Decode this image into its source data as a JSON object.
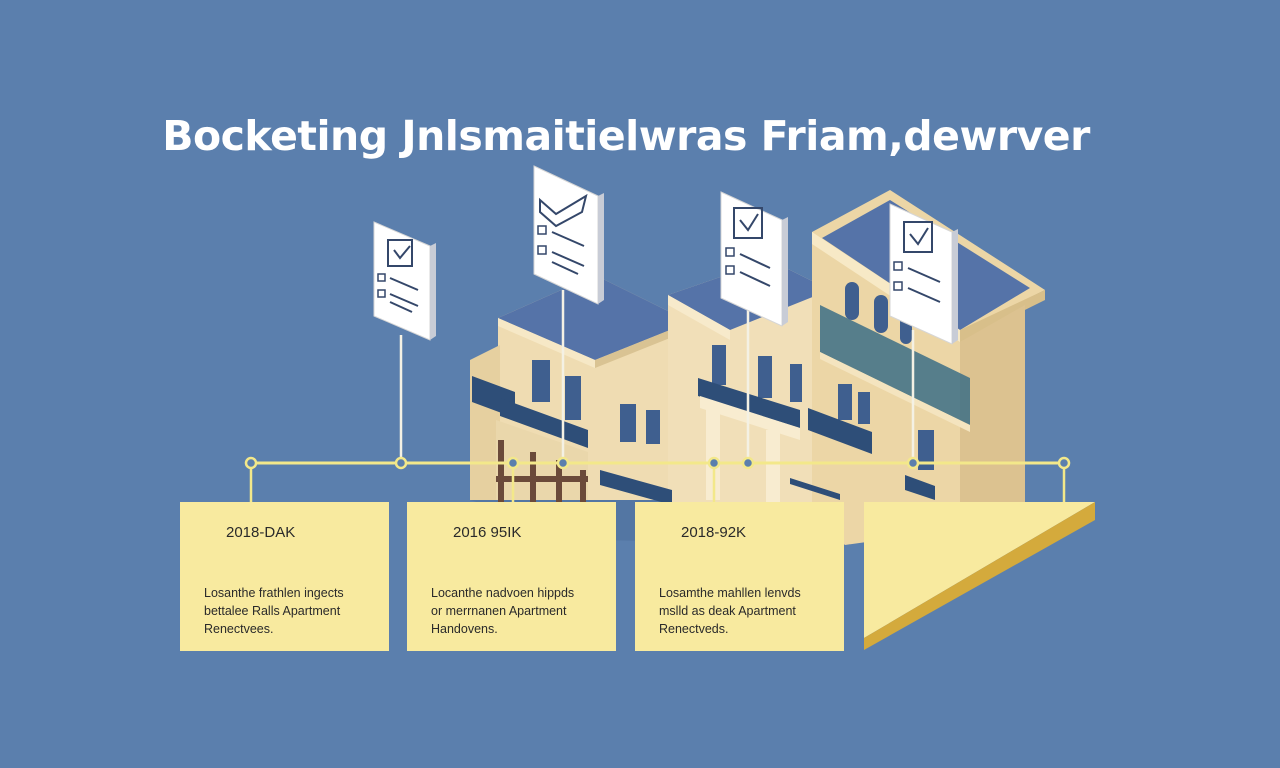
{
  "title": "Bocketing Jnlsmaitielwras Friam,dewrver",
  "colors": {
    "background": "#5b7fad",
    "card": "#f8ea9f",
    "timeline": "#f3e88a",
    "wall": "#efdcb2",
    "roof": "#5573a8",
    "glass": "#3c6e86"
  },
  "cards": [
    {
      "year": "2018-DAK",
      "desc_lines": [
        "Losanthe frathlen ingects",
        "bettalee Ralls Apartment",
        "Renectvees."
      ]
    },
    {
      "year": "2016 95IK",
      "desc_lines": [
        "Locanthe nadvoen hippds",
        "or merrnanen Apartment",
        "Handovens."
      ]
    },
    {
      "year": "2018-92K",
      "desc_lines": [
        "Losamthe mahllen lenvds",
        "mslld as deak Apartment",
        "Renectveds."
      ]
    }
  ],
  "markers": [
    {
      "icon": "checklist-icon"
    },
    {
      "icon": "checkmark-document-icon"
    },
    {
      "icon": "checklist-icon"
    },
    {
      "icon": "checklist-icon"
    }
  ]
}
